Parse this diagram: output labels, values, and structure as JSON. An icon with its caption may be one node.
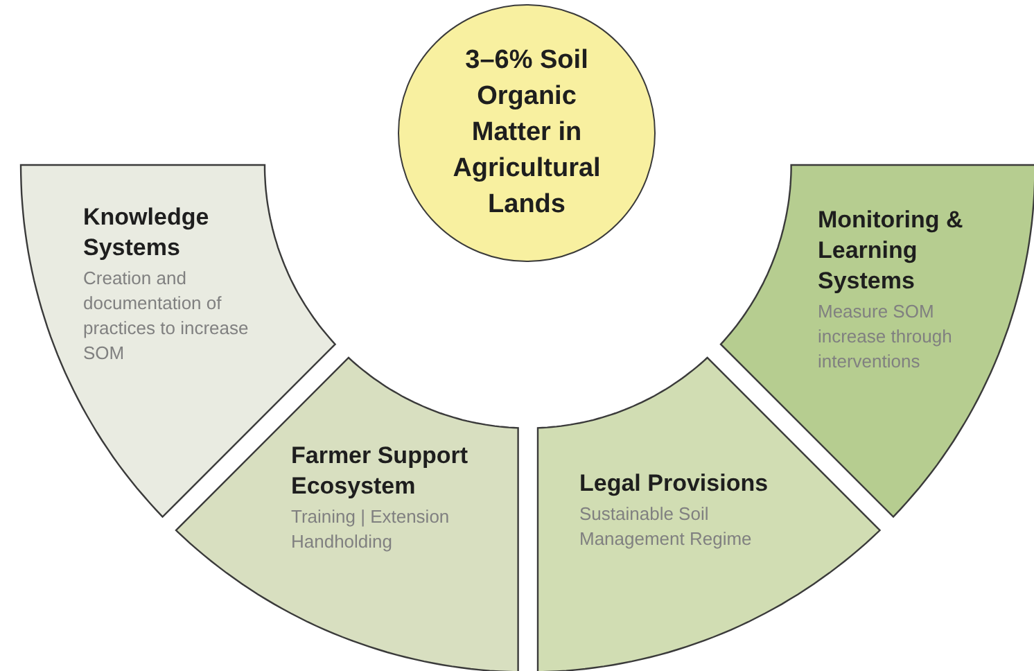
{
  "diagram": {
    "nodes": [
      {
        "text": [
          "3–6% Soil Organic Matter in Agricultural Lands"
        ]
      },
      {
        "text": [
          "Knowledge Systems",
          "Creation and documentation of practices to increase SOM"
        ]
      },
      {
        "text": [
          "Farmer Support Ecosystem",
          "Training | Extension Handholding"
        ]
      },
      {
        "text": [
          "Legal Provisions",
          "Sustainable Soil Management Regime"
        ]
      },
      {
        "text": [
          "Monitoring & Learning Systems",
          "Measure SOM increase through interventions"
        ]
      }
    ]
  }
}
